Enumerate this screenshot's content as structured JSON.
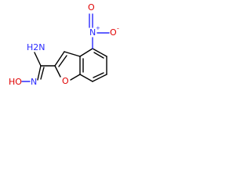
{
  "molecule": {
    "atoms": {
      "amidine_nh2": "H2N",
      "oxime_hydroxyl": "HO",
      "oxime_n": "N",
      "furan_o": "O",
      "nitro_n": "N",
      "nitro_charge_plus": "+",
      "nitro_o_top": "O",
      "nitro_o_right": "O",
      "nitro_charge_minus": "-"
    },
    "colors": {
      "carbon_bond": "#000000",
      "nitrogen": "#2b2bff",
      "oxygen": "#e00000"
    }
  }
}
